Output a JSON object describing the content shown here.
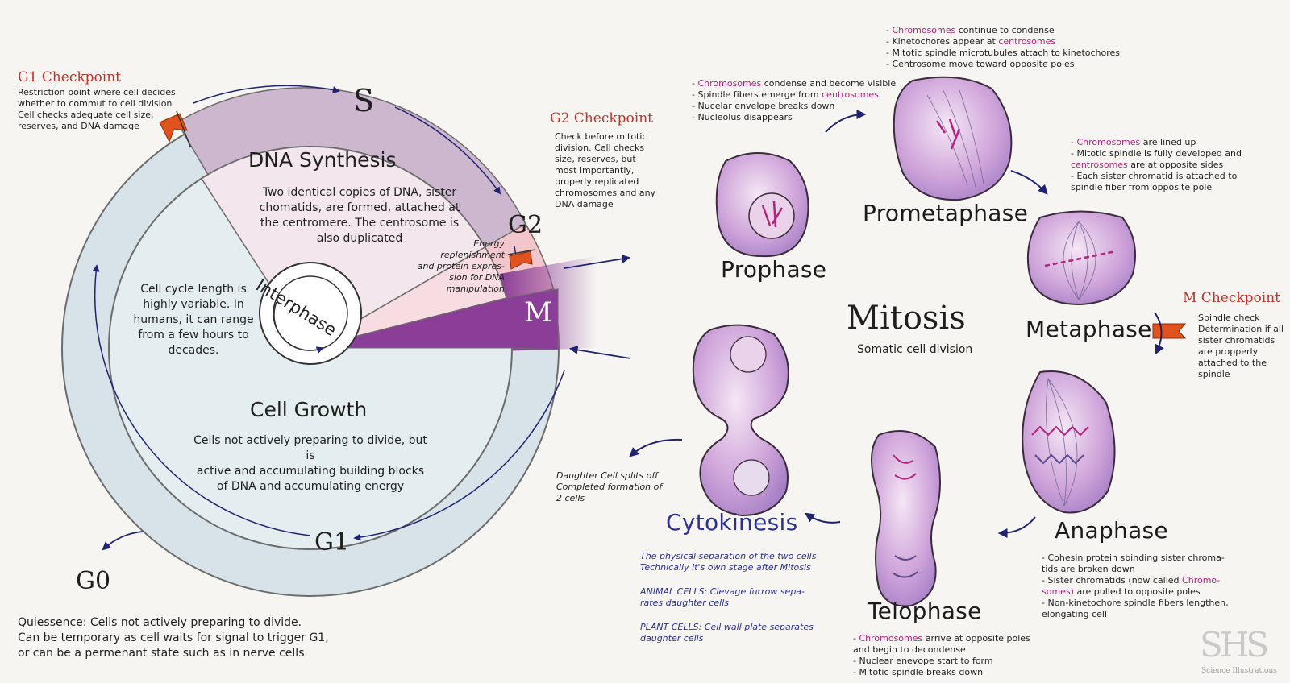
{
  "colors": {
    "outer_ring": "#d7e3e8",
    "s_band": "#cdb7cf",
    "g2_band": "#f2c6cb",
    "m_band": "#8b3e97",
    "cell_growth": "#e4eef1",
    "dna_synthesis": "#f3e6ec",
    "checkpoint_red": "#c0352b",
    "arrow_navy": "#1f2370",
    "cytokinesis_blue": "#2c2f8e",
    "highlight_pink": "#b0267a",
    "cell_fill": "#c9a6d8"
  },
  "cell_cycle": {
    "interphase_label": "Interphase",
    "s_label": "S",
    "g2_label": "G2",
    "m_label": "M",
    "g1_label": "G1",
    "g0_label": "G0",
    "dna_synthesis_title": "DNA Synthesis",
    "dna_synthesis_desc": "Two identical copies of DNA, sister\nchomatids, are formed, attached at\nthe centromere. The centrosome is\nalso duplicated",
    "g2_desc": "Energy\nreplenishment\nand protein expres-\nsion for DNA manipulation",
    "length_note": "Cell cycle length is\nhighly variable. In\nhumans, it can range\nfrom a few hours to\ndecades.",
    "cell_growth_title": "Cell Growth",
    "cell_growth_desc": "Cells not actively preparing to divide, but is\nactive and accumulating building blocks\nof DNA and accumulating energy",
    "g0_desc": "Quiessence: Cells not actively preparing to divide.\nCan be temporary as cell waits for signal to trigger G1,\nor can be a permenant state such as in nerve cells"
  },
  "checkpoints": {
    "g1_title": "G1 Checkpoint",
    "g1_desc": "Restriction point where cell decides\nwhether to commut to cell division\nCell checks adequate cell size,\nreserves, and DNA damage",
    "g2_title": "G2 Checkpoint",
    "g2_desc": "Check before mitotic\ndivision. Cell checks\nsize, reserves, but\nmost importantly,\nproperly replicated\nchromosomes and any\nDNA damage",
    "m_title": "M Checkpoint",
    "m_desc": "Spindle check\nDetermination if all\nsister chromatids\nare propperly\nattached to the\nspindle"
  },
  "mitosis": {
    "title": "Mitosis",
    "subtitle": "Somatic cell division",
    "prophase": {
      "label": "Prophase",
      "notes": [
        {
          "pre": "- ",
          "hl": "Chromosomes",
          "post": " condense and become visible"
        },
        {
          "pre": "- Spindle fibers emerge from ",
          "hl": "centrosomes",
          "post": ""
        },
        {
          "pre": "- Nucelar envelope breaks down",
          "hl": "",
          "post": ""
        },
        {
          "pre": "- Nucleolus disappears",
          "hl": "",
          "post": ""
        }
      ]
    },
    "prometaphase": {
      "label": "Prometaphase",
      "notes": [
        {
          "pre": "- ",
          "hl": "Chromosomes",
          "post": " continue to condense"
        },
        {
          "pre": "- Kinetochores appear at ",
          "hl": "centrosomes",
          "post": ""
        },
        {
          "pre": "- Mitotic spindle microtubules attach to kinetochores",
          "hl": "",
          "post": ""
        },
        {
          "pre": "- Centrosome move toward opposite poles",
          "hl": "",
          "post": ""
        }
      ]
    },
    "metaphase": {
      "label": "Metaphase",
      "notes": [
        {
          "pre": "- ",
          "hl": "Chromosomes",
          "post": " are lined up"
        },
        {
          "pre": "- Mitotic spindle is fully developed and",
          "hl": "",
          "post": ""
        },
        {
          "pre": "",
          "hl": "centrosomes",
          "post": " are at opposite sides"
        },
        {
          "pre": "- Each sister chromatid is attached to",
          "hl": "",
          "post": ""
        },
        {
          "pre": "spindle fiber from opposite pole",
          "hl": "",
          "post": ""
        }
      ]
    },
    "anaphase": {
      "label": "Anaphase",
      "notes": [
        {
          "pre": "- Cohesin protein sbinding sister chroma-",
          "hl": "",
          "post": ""
        },
        {
          "pre": "tids are broken down",
          "hl": "",
          "post": ""
        },
        {
          "pre": "- Sister chromatids (now called ",
          "hl": "Chromo-",
          "post": ""
        },
        {
          "pre": "",
          "hl": "somes)",
          "post": " are pulled to opposite poles"
        },
        {
          "pre": "- Non-kinetochore spindle fibers lengthen,",
          "hl": "",
          "post": ""
        },
        {
          "pre": "elongating cell",
          "hl": "",
          "post": ""
        }
      ]
    },
    "telophase": {
      "label": "Telophase",
      "notes": [
        {
          "pre": "- ",
          "hl": "Chromosomes",
          "post": " arrive at opposite poles"
        },
        {
          "pre": "and begin to decondense",
          "hl": "",
          "post": ""
        },
        {
          "pre": "- Nuclear enevope start to form",
          "hl": "",
          "post": ""
        },
        {
          "pre": "- Mitotic spindle breaks down",
          "hl": "",
          "post": ""
        }
      ]
    },
    "cytokinesis": {
      "label": "Cytokinesis",
      "desc1": "The physical separation of the two cells\nTechnically it's own stage after Mitosis",
      "desc2": "ANIMAL CELLS: Clevage furrow sepa-\nrates daughter cells",
      "desc3": "PLANT CELLS: Cell wall plate separates\ndaughter cells"
    },
    "daughter_note": "Daughter Cell splits off\nCompleted formation of\n2 cells"
  },
  "logo": {
    "mark": "SHS",
    "text": "Science Illustrations"
  }
}
